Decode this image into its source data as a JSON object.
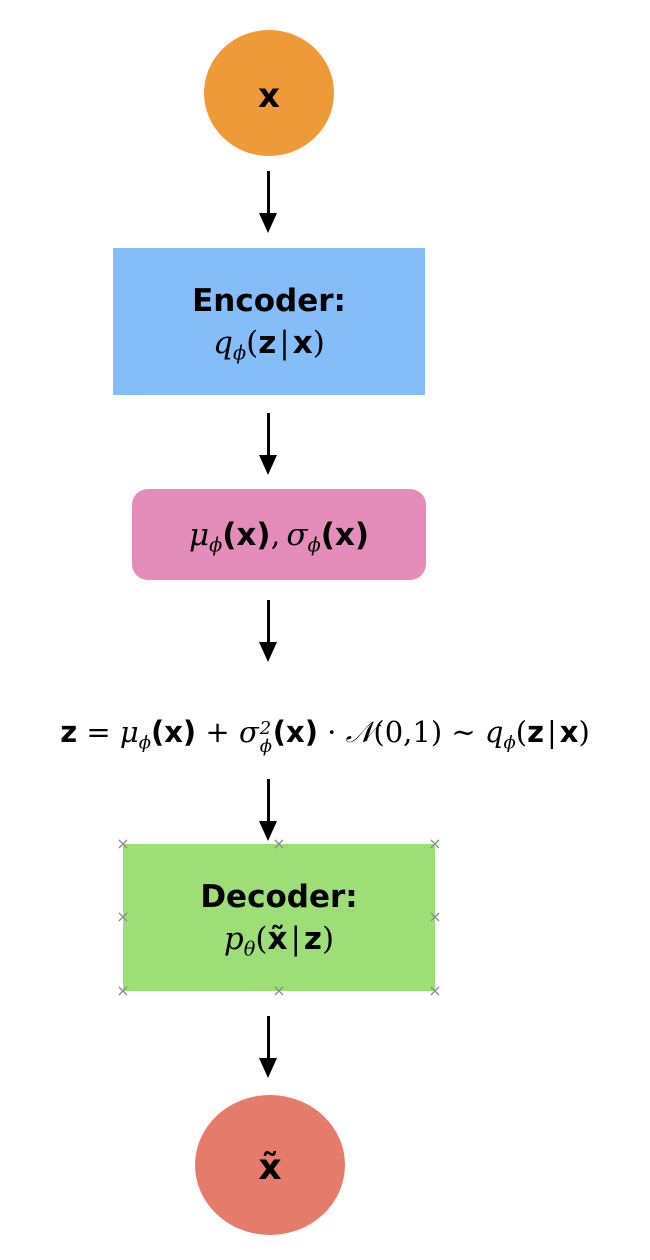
{
  "input_node": {
    "label": "x",
    "color": "#ef9a38"
  },
  "encoder": {
    "title": "Encoder:",
    "fn": "q",
    "sub": "ϕ",
    "open": "(",
    "arg1": "z",
    "bar": "|",
    "arg2": "x",
    "close": ")",
    "color": "#85bdf8"
  },
  "latent_params": {
    "mu": "μ",
    "mu_sub": "ϕ",
    "mu_arg": "(x)",
    "comma": ",",
    "sigma": "σ",
    "sigma_sub": "ϕ",
    "sigma_arg": "(x)",
    "color": "#e48cba"
  },
  "sampling_equation": {
    "z": "z",
    "eq": "=",
    "mu": "μ",
    "mu_sub": "ϕ",
    "mu_arg": "(x)",
    "plus": "+",
    "sigma": "σ",
    "sigma_sup": "2",
    "sigma_sub": "ϕ",
    "sigma_arg": "(x)",
    "dot": "·",
    "normal": "𝒩",
    "normal_args": "(0,1)",
    "sim": "∼",
    "q": "q",
    "q_sub": "ϕ",
    "q_open": "(",
    "q_arg1": "z",
    "q_bar": "|",
    "q_arg2": "x",
    "q_close": ")"
  },
  "decoder": {
    "title": "Decoder:",
    "fn": "p",
    "sub": "θ",
    "open": "(",
    "arg1": "x̃",
    "bar": "|",
    "arg2": "z",
    "close": ")",
    "color": "#9ede76",
    "handle_glyph": "×"
  },
  "output_node": {
    "label": "x̃",
    "color": "#e47b6b"
  }
}
